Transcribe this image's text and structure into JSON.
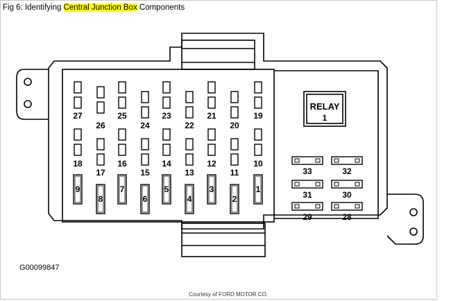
{
  "caption": {
    "prefix": "Fig 6: Identifying ",
    "highlight": "Central Junction Box",
    "suffix": " Components",
    "highlight_color": "#ffff00"
  },
  "relay": {
    "label": "RELAY",
    "number": "1"
  },
  "fuses": {
    "row1": [
      "27",
      "26",
      "25",
      "24",
      "23",
      "22",
      "21",
      "20",
      "19"
    ],
    "row2": [
      "18",
      "17",
      "16",
      "15",
      "14",
      "13",
      "12",
      "11",
      "10"
    ],
    "row3": [
      "9",
      "8",
      "7",
      "6",
      "5",
      "4",
      "3",
      "2",
      "1"
    ]
  },
  "maxi_fuses": [
    [
      "33",
      "32"
    ],
    [
      "31",
      "30"
    ],
    [
      "29",
      "28"
    ]
  ],
  "figure_code": "G00099847",
  "courtesy": "Courtesy of FORD MOTOR CO."
}
